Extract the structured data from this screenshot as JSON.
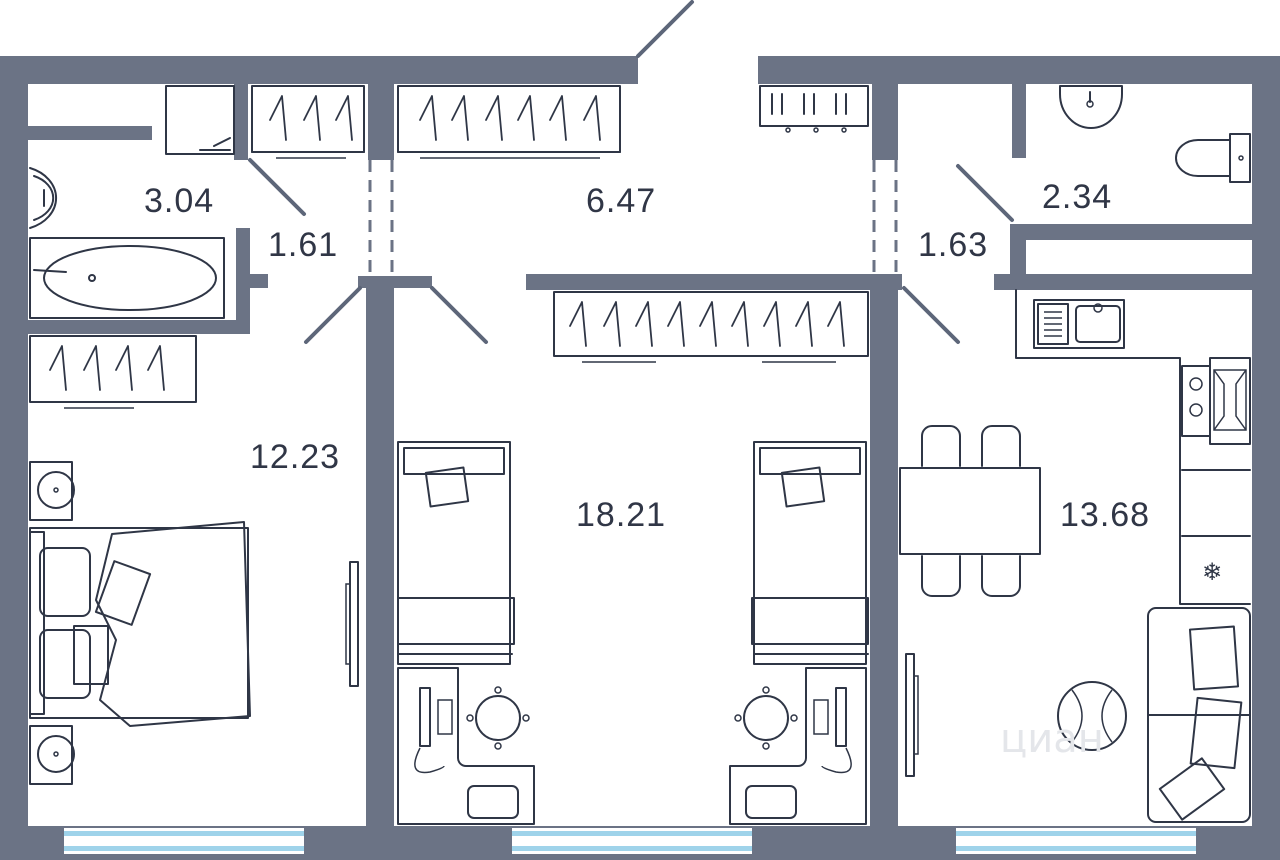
{
  "plan": {
    "rooms": [
      {
        "id": "bathroom",
        "area": "3.04"
      },
      {
        "id": "corridor-left",
        "area": "1.61"
      },
      {
        "id": "hall",
        "area": "6.47"
      },
      {
        "id": "corridor-right",
        "area": "1.63"
      },
      {
        "id": "toilet",
        "area": "2.34"
      },
      {
        "id": "bedroom",
        "area": "12.23"
      },
      {
        "id": "kids-room",
        "area": "18.21"
      },
      {
        "id": "kitchen",
        "area": "13.68"
      }
    ],
    "watermark": "циан",
    "colors": {
      "wall": "#6b7385",
      "furniture-line": "#2f3646",
      "window": "#9fd3ea",
      "label": "#303646"
    }
  }
}
